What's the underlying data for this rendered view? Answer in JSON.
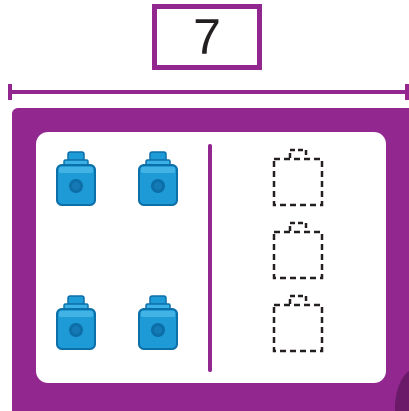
{
  "total": {
    "value": "7"
  },
  "colors": {
    "frame": "#92278f",
    "cube_blue": "#1e9ad6",
    "cube_dark": "#0d6fa8",
    "dashed": "#231f20"
  },
  "left_group": {
    "cube_count": 4,
    "icon": "connecting-cube-icon"
  },
  "right_group": {
    "missing_count": 3,
    "icon": "dashed-cube-outline-icon"
  }
}
